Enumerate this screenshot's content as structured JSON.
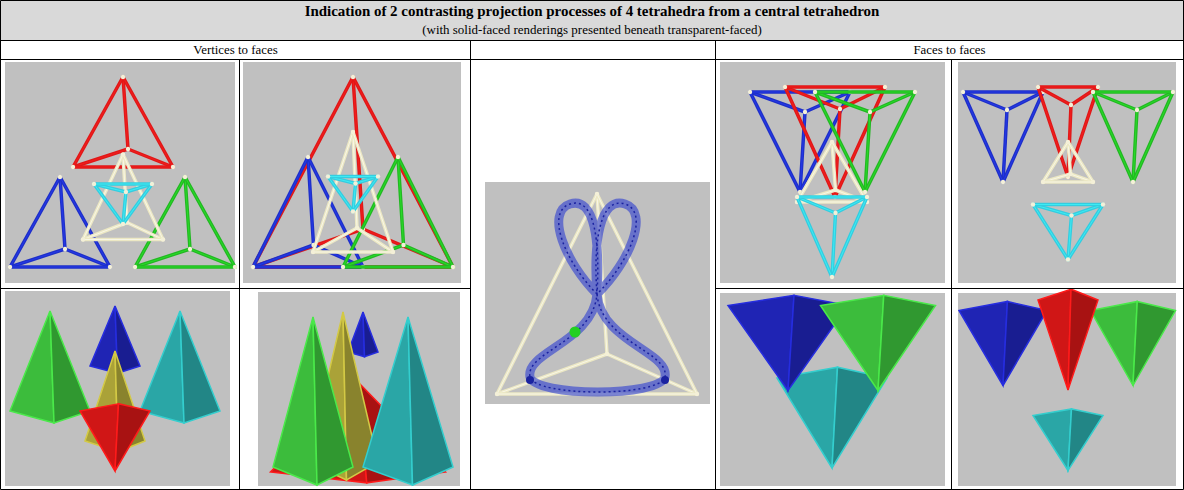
{
  "diagram": {
    "title": "Indication of 2 contrasting projection processes of 4 tetrahedra from a central tetrahedron",
    "labels": [
      "(with solid-faced renderings presented beneath transparent-faced)",
      "Vertices to faces",
      "Faces to faces"
    ]
  }
}
